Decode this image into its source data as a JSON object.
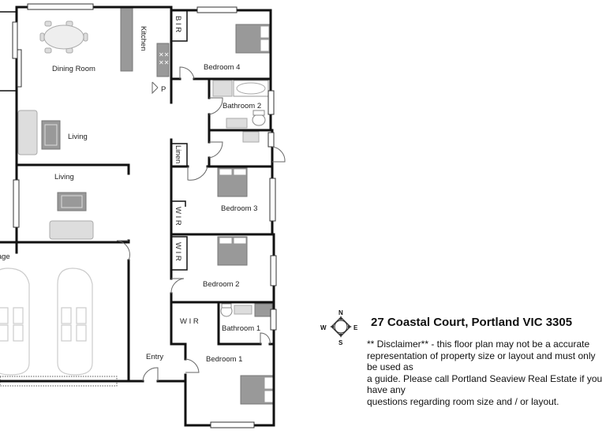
{
  "rooms": {
    "dining_room": "Dining Room",
    "kitchen": "Kitchen",
    "bir": "B I R",
    "bedroom4": "Bedroom 4",
    "pantry": "P",
    "bathroom2": "Bathroom 2",
    "living1": "Living",
    "linen": "Linen",
    "living2": "Living",
    "bedroom3": "Bedroom 3",
    "wir3": "W I R",
    "wir2": "W I R",
    "bedroom2": "Bedroom 2",
    "wir1": "W I R",
    "bathroom1": "Bathroom 1",
    "entry": "Entry",
    "bedroom1": "Bedroom 1",
    "garage": "Garage"
  },
  "compass": {
    "n": "N",
    "s": "S",
    "e": "E",
    "w": "W"
  },
  "info": {
    "address": "27 Coastal Court, Portland VIC 3305",
    "disclaimer_lines": [
      "** Disclaimer** - this floor plan may not be a accurate",
      "representation of property size or layout and must only be used as",
      "a guide. Please call Portland Seaview Real Estate if you have any",
      "questions regarding room size and / or layout."
    ]
  }
}
